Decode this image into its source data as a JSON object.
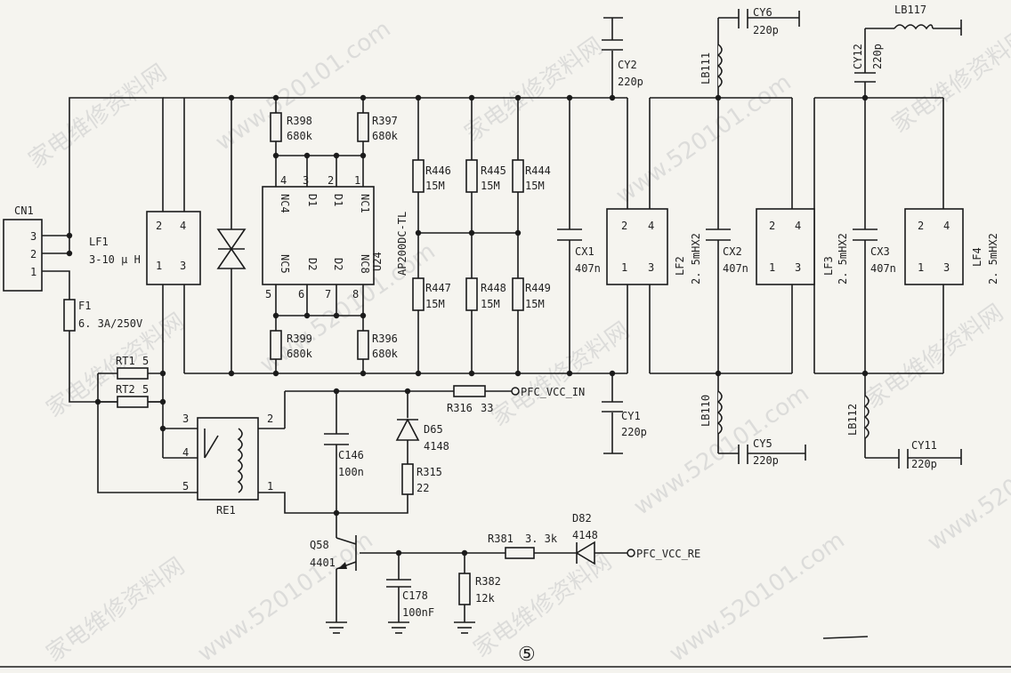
{
  "watermarks": [
    "家电维修资料网",
    "www.520101.com"
  ],
  "page_number": "⑤",
  "labels": {
    "cn1": "CN1",
    "cn1_p3": "3",
    "cn1_p2": "2",
    "cn1_p1": "1",
    "f1": "F1",
    "f1_val": "6. 3A/250V",
    "lf1": "LF1",
    "lf1_val": "3-10 μ H",
    "rt1": "RT1",
    "rt1_val": "5",
    "rt2": "RT2",
    "rt2_val": "5",
    "re1": "RE1",
    "r398": "R398",
    "r398_val": "680k",
    "r397": "R397",
    "r397_val": "680k",
    "r399": "R399",
    "r399_val": "680k",
    "r396": "R396",
    "r396_val": "680k",
    "u24": "U24",
    "u24_val": "AP200DC-TL",
    "nc4": "NC4",
    "d1a": "D1",
    "d1b": "D1",
    "nc1": "NC1",
    "nc5": "NC5",
    "d2a": "D2",
    "d2b": "D2",
    "nc8": "NC8",
    "p4": "4",
    "p3": "3",
    "p2": "2",
    "p1": "1",
    "p5": "5",
    "p6": "6",
    "p7": "7",
    "p8": "8",
    "r446": "R446",
    "r445": "R445",
    "r444": "R444",
    "r447": "R447",
    "r448": "R448",
    "r449": "R449",
    "r15m": "15M",
    "cx1": "CX1",
    "cx1_val": "407n",
    "cy2": "CY2",
    "cy2_val": "220p",
    "cy1": "CY1",
    "cy1_val": "220p",
    "lf2": "LF2",
    "lf_val": "2. 5mHX2",
    "cx2": "CX2",
    "cx2_val": "407n",
    "lf3": "LF3",
    "lf3_val": "2. 5mHX2",
    "cx3": "CX3",
    "cx3_val": "407n",
    "lf4": "LF4",
    "lf4_val": "2. 5mHX2",
    "lb111": "LB111",
    "lb110": "LB110",
    "lb112": "LB112",
    "lb117": "LB117",
    "cy6": "CY6",
    "cy6_val": "220p",
    "cy5": "CY5",
    "cy5_val": "220p",
    "cy12": "CY12",
    "cy12_val": "220p",
    "cy11": "CY11",
    "cy11_val": "220p",
    "r316": "R316",
    "r316_val": "33",
    "pfc_in": "PFC_VCC_IN",
    "d65": "D65",
    "d65_val": "4148",
    "c146": "C146",
    "c146_val": "100n",
    "r315": "R315",
    "r315_val": "22",
    "q58": "Q58",
    "q58_val": "4401",
    "c178": "C178",
    "c178_val": "100nF",
    "r382": "R382",
    "r382_val": "12k",
    "r381": "R381",
    "r381_val": "3. 3k",
    "d82": "D82",
    "d82_val": "4148",
    "pfc_re": "PFC_VCC_RE",
    "pin1": "1",
    "pin2": "2",
    "pin3": "3",
    "pin4": "4",
    "pin5": "5"
  }
}
